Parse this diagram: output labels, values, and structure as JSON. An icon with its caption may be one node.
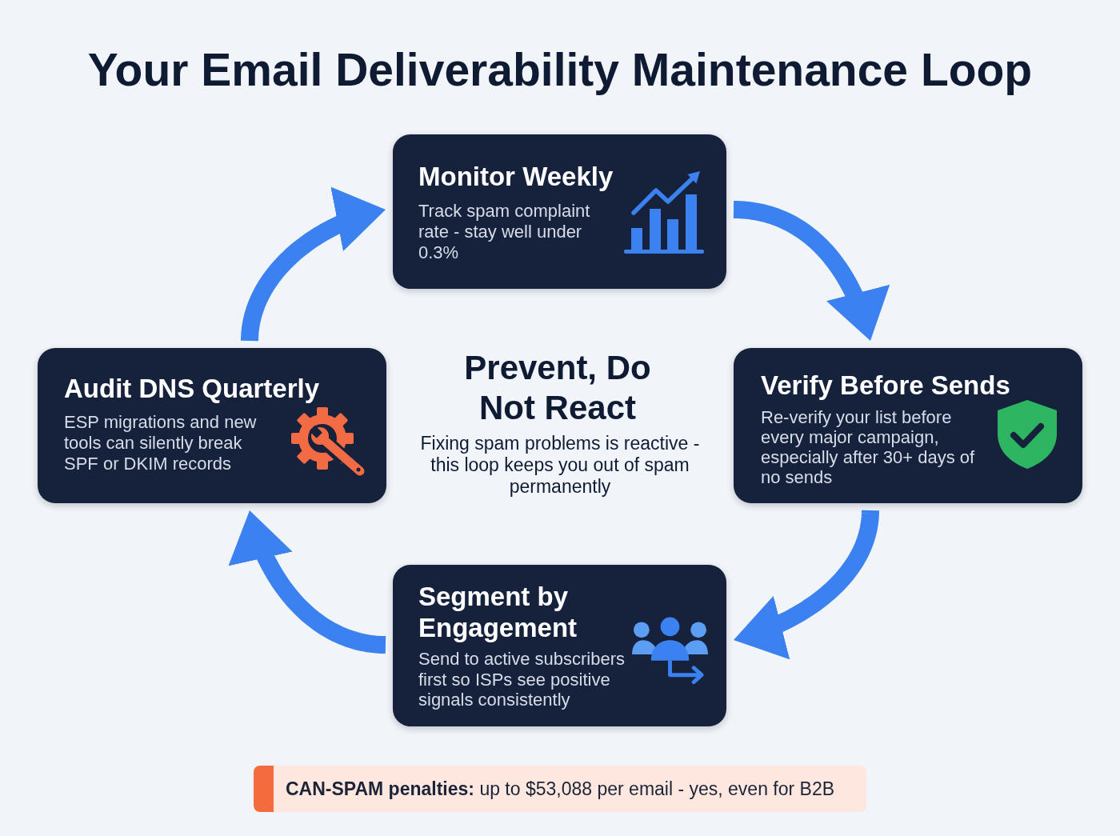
{
  "diagram": {
    "title": "Your Email Deliverability Maintenance Loop",
    "nodes": [
      {
        "text": [
          "Monitor Weekly",
          "Track spam complaint rate - stay well under 0.3%"
        ]
      },
      {
        "text": [
          "Audit DNS Quarterly",
          "ESP migrations and new tools can silently break SPF or DKIM records"
        ]
      },
      {
        "text": [
          "Verify Before Sends",
          "Re-verify your list before every major campaign, especially after 30+ days of no sends"
        ]
      },
      {
        "text": [
          "Segment by Engagement",
          "Send to active subscribers first so ISPs see positive signals consistently"
        ]
      },
      {
        "text": [
          "**CAN-SPAM penalties:** up to $53,088 per email - yes, even for B2B"
        ]
      }
    ],
    "edges": [
      {
        "from": 0,
        "to": 2,
        "arrow": "to"
      },
      {
        "from": 2,
        "to": 3,
        "arrow": "to"
      },
      {
        "from": 3,
        "to": 1,
        "arrow": "to"
      },
      {
        "from": 1,
        "to": 0,
        "arrow": "to"
      }
    ],
    "labels": [
      "Prevent, Do Not React",
      "Fixing spam problems is reactive - this loop keeps you out of spam permanently"
    ]
  }
}
